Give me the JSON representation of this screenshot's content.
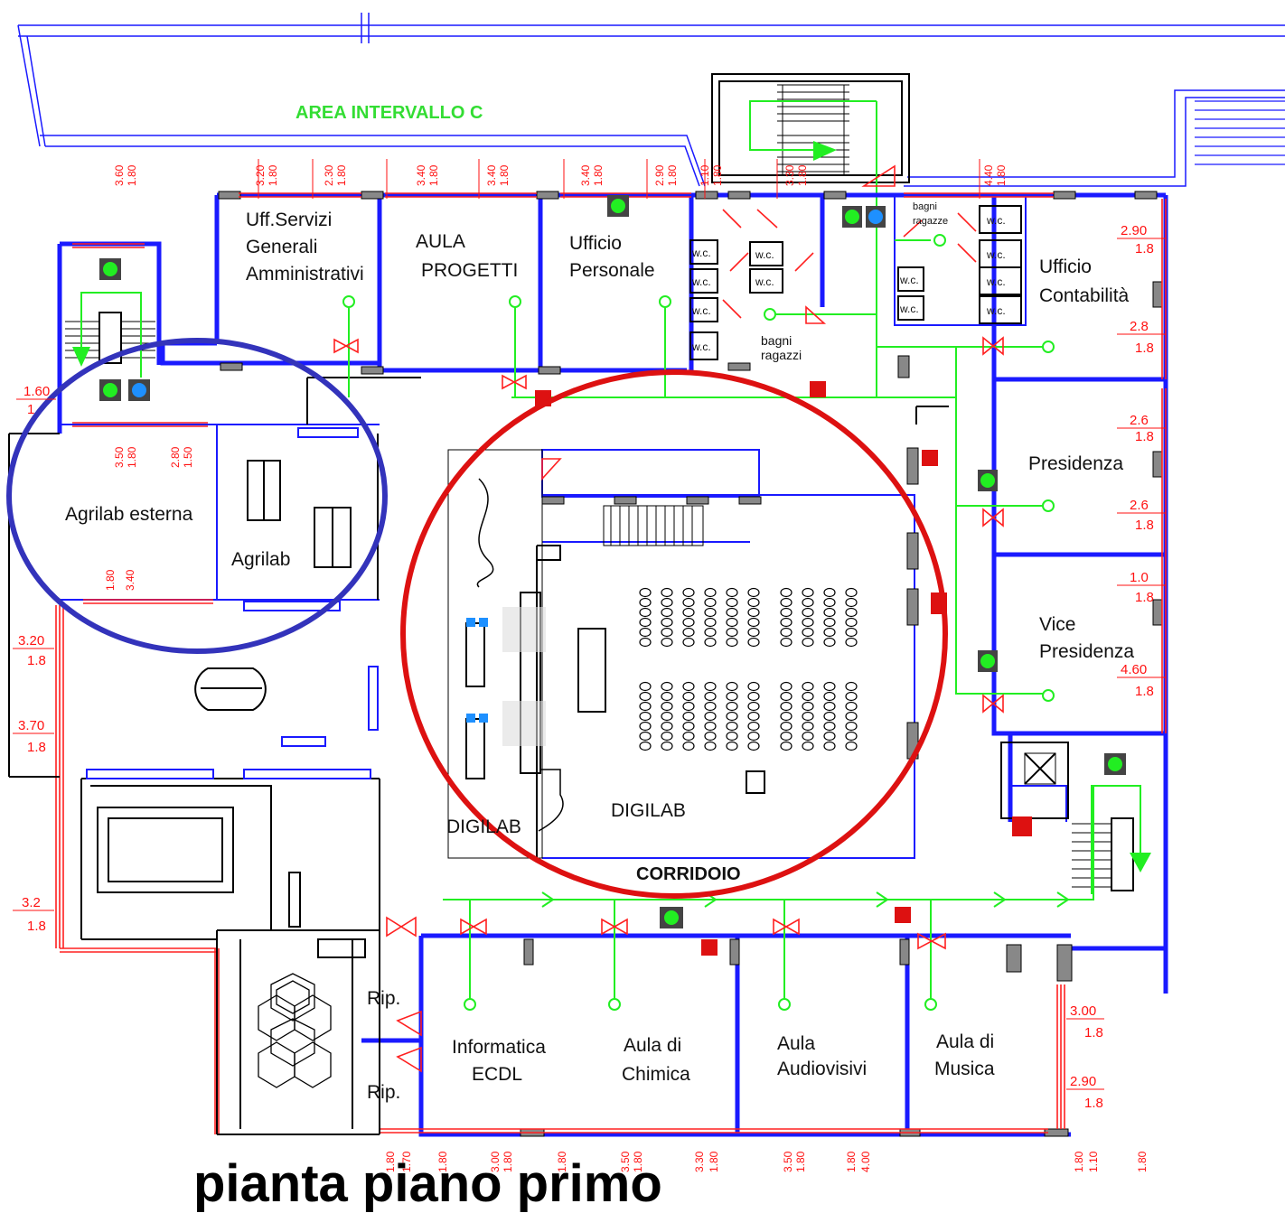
{
  "title": "pianta piano primo",
  "area_label": "AREA INTERVALLO C",
  "corridor_label": "CORRIDOIO",
  "rooms": {
    "uff_servizi": [
      "Uff.Servizi",
      "Generali",
      "Amministrativi"
    ],
    "aula_progetti": [
      "AULA",
      "PROGETTI"
    ],
    "ufficio_personale": [
      "Ufficio",
      "Personale"
    ],
    "bagni_ragazzi": [
      "bagni",
      "ragazzi"
    ],
    "bagni_ragazze": [
      "bagni",
      "ragazze"
    ],
    "wc": "w.c.",
    "ufficio_contabilita": [
      "Ufficio",
      "Contabilità"
    ],
    "presidenza": "Presidenza",
    "vice_presidenza": [
      "Vice",
      "Presidenza"
    ],
    "agrilab_esterna": "Agrilab esterna",
    "agrilab": "Agrilab",
    "digilab": "DIGILAB",
    "digilab_side": "DIGILAB",
    "rip_1": "Rip.",
    "rip_2": "Rip.",
    "informatica": [
      "Informatica",
      "ECDL"
    ],
    "aula_chimica": [
      "Aula di",
      "Chimica"
    ],
    "aula_audiovisivi": [
      "Aula",
      "Audiovisivi"
    ],
    "aula_musica": [
      "Aula di",
      "Musica"
    ]
  },
  "dimensions": {
    "left": [
      {
        "w": "1.60",
        "h": "1"
      },
      {
        "w": "3.20",
        "h": "1.8"
      },
      {
        "w": "3.70",
        "h": "1.8"
      },
      {
        "w": "3.2",
        "h": "1.8"
      }
    ],
    "right": [
      {
        "w": "2.90",
        "h": "1.8"
      },
      {
        "w": "2.8",
        "h": "1.8"
      },
      {
        "w": "2.6",
        "h": "1.8"
      },
      {
        "w": "2.6",
        "h": "1.8"
      },
      {
        "w": "1.0",
        "h": "1.8"
      },
      {
        "w": "4.60",
        "h": "1.8"
      },
      {
        "w": "3.00",
        "h": "1.8"
      },
      {
        "w": "2.90",
        "h": "1.8"
      }
    ],
    "top_vertical": [
      "3.20",
      "1.80",
      "2.30",
      "1.80",
      "3.40",
      "1.80",
      "3.40",
      "1.80",
      "3.40",
      "1.80",
      "2.90",
      "1.80",
      "1.10",
      "1.80",
      "3.30",
      "1.80",
      "4.40",
      "1.80",
      "3.60",
      "1.80"
    ],
    "mid_vertical": [
      "3.50",
      "1.80",
      "2.80",
      "1.50",
      "3.40",
      "1.80"
    ],
    "bottom_vertical": [
      "1.80",
      "1.70",
      "1.80",
      "3.00",
      "1.80",
      "1.80",
      "3.50",
      "1.80",
      "3.30",
      "1.80",
      "3.50",
      "1.80",
      "4.00",
      "1.80",
      "1.10",
      "1.80",
      "1.80"
    ]
  },
  "colors": {
    "walls": "#1a1aff",
    "windows_dimensions": "#ff1111",
    "escape_route": "#22ee22",
    "highlight_red": "#dd1111",
    "highlight_blue": "#3333bb"
  }
}
